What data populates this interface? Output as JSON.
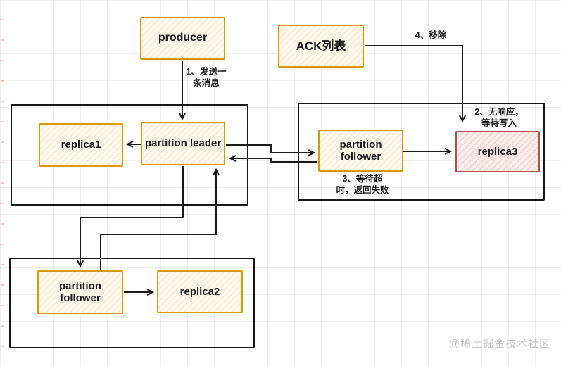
{
  "diagram": {
    "nodes": {
      "producer": {
        "label": "producer"
      },
      "ack_list": {
        "label": "ACK列表"
      },
      "replica1": {
        "label": "replica1"
      },
      "partition_leader": {
        "label": "partition leader"
      },
      "partition_follower_right": {
        "label": "partition follower"
      },
      "replica3": {
        "label": "replica3"
      },
      "partition_follower_bottom": {
        "label": "partition follower"
      },
      "replica2": {
        "label": "replica2"
      }
    },
    "annotations": {
      "step1": {
        "text": "1、发送一\n条消息"
      },
      "step2": {
        "text": "2、无响应，\n等待写入"
      },
      "step3": {
        "text": "3、等待超\n时，返回失败"
      },
      "step4": {
        "text": "4、移除"
      }
    },
    "colors": {
      "node_border": "#d79b00",
      "node_fill": "#fdf7ec",
      "alert_border": "#b0524a",
      "alert_fill": "#fbecea",
      "container_border": "#161616",
      "arrow": "#1a1a1a"
    },
    "watermark": {
      "text": "@稀土掘金技术社区"
    }
  }
}
